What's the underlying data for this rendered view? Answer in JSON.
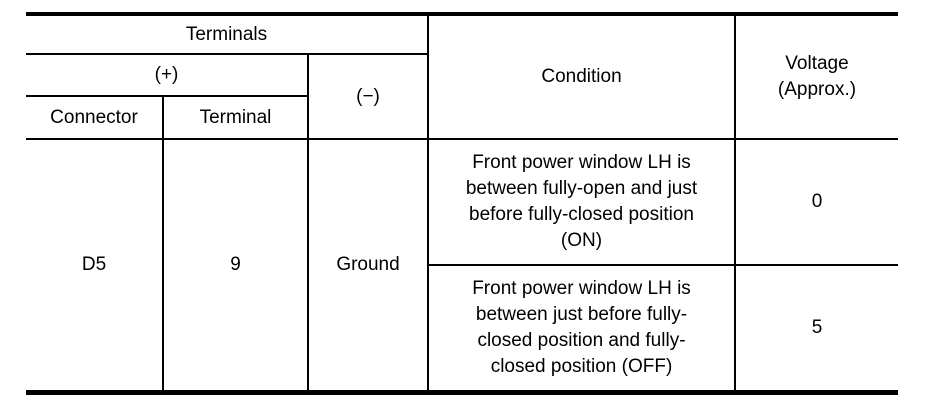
{
  "colors": {
    "background": "#ffffff",
    "border": "#000000",
    "text": "#000000"
  },
  "table": {
    "header": {
      "terminals": "Terminals",
      "plus": "(+)",
      "minus": "(−)",
      "connector": "Connector",
      "terminal": "Terminal",
      "condition": "Condition",
      "voltage": "Voltage\n(Approx.)"
    },
    "body": {
      "connector": "D5",
      "terminal": "9",
      "minus": "Ground",
      "rows": [
        {
          "condition": "Front power window LH is\nbetween fully-open and just\nbefore fully-closed position\n(ON)",
          "voltage": "0"
        },
        {
          "condition": "Front power window LH is\nbetween just before fully-\nclosed position and fully-\nclosed position (OFF)",
          "voltage": "5"
        }
      ]
    }
  }
}
